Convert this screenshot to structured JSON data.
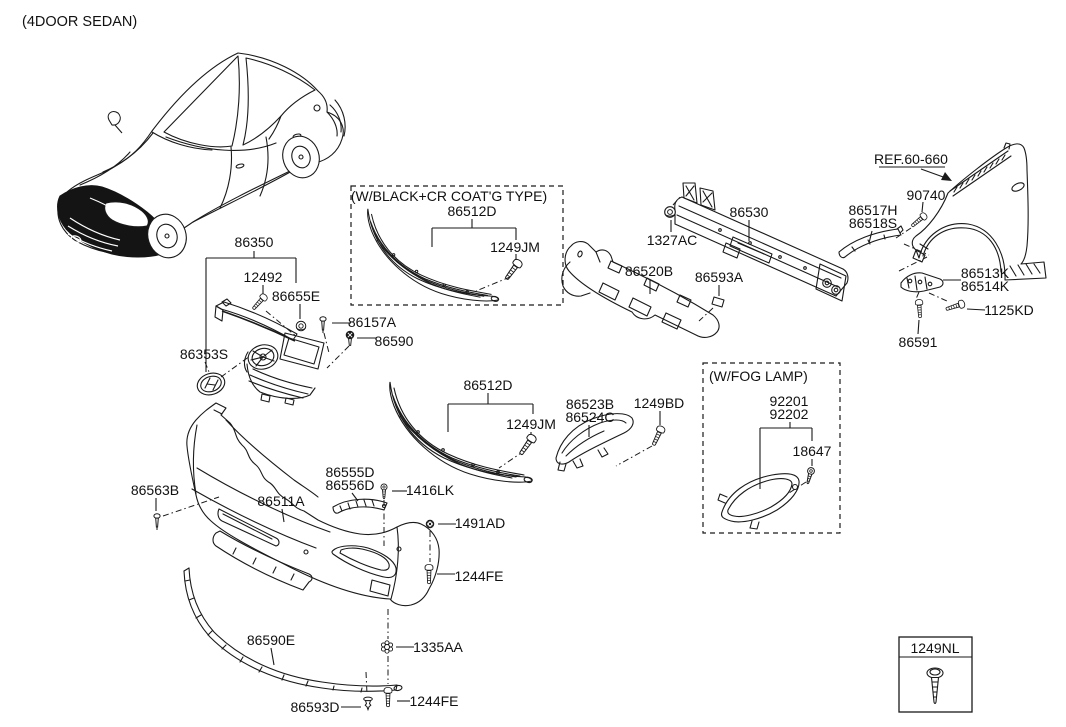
{
  "title": "(4DOOR SEDAN)",
  "colors": {
    "line": "#1a1a1a",
    "background": "#ffffff"
  },
  "groups": {
    "coat_type_title": "(W/BLACK+CR COAT'G TYPE)",
    "fog_lamp_title": "(W/FOG LAMP)"
  },
  "callouts": {
    "c86350": "86350",
    "c12492": "12492",
    "c86655E": "86655E",
    "c86157A": "86157A",
    "c86590": "86590",
    "c86353S": "86353S",
    "coat86512D": "86512D",
    "coat1249JM": "1249JM",
    "c1327AC": "1327AC",
    "c86530": "86530",
    "c86520B": "86520B",
    "c86593A": "86593A",
    "cREF": "REF.60-660",
    "c90740": "90740",
    "c86517H": "86517H",
    "c86518S": "86518S",
    "c86513K": "86513K",
    "c86514K": "86514K",
    "c1125KD": "1125KD",
    "c86591": "86591",
    "g2_86512D": "86512D",
    "g2_1249JM": "1249JM",
    "c86523B": "86523B",
    "c86524C": "86524C",
    "c1249BD": "1249BD",
    "c92201": "92201",
    "c92202": "92202",
    "c18647": "18647",
    "c86563B": "86563B",
    "c86511A": "86511A",
    "c86555D": "86555D",
    "c86556D": "86556D",
    "c1416LK": "1416LK",
    "c1491AD": "1491AD",
    "c1244FE_mid": "1244FE",
    "c86590E": "86590E",
    "c1335AA": "1335AA",
    "c86593D": "86593D",
    "c1244FE_bot": "1244FE",
    "c1249NL": "1249NL"
  }
}
